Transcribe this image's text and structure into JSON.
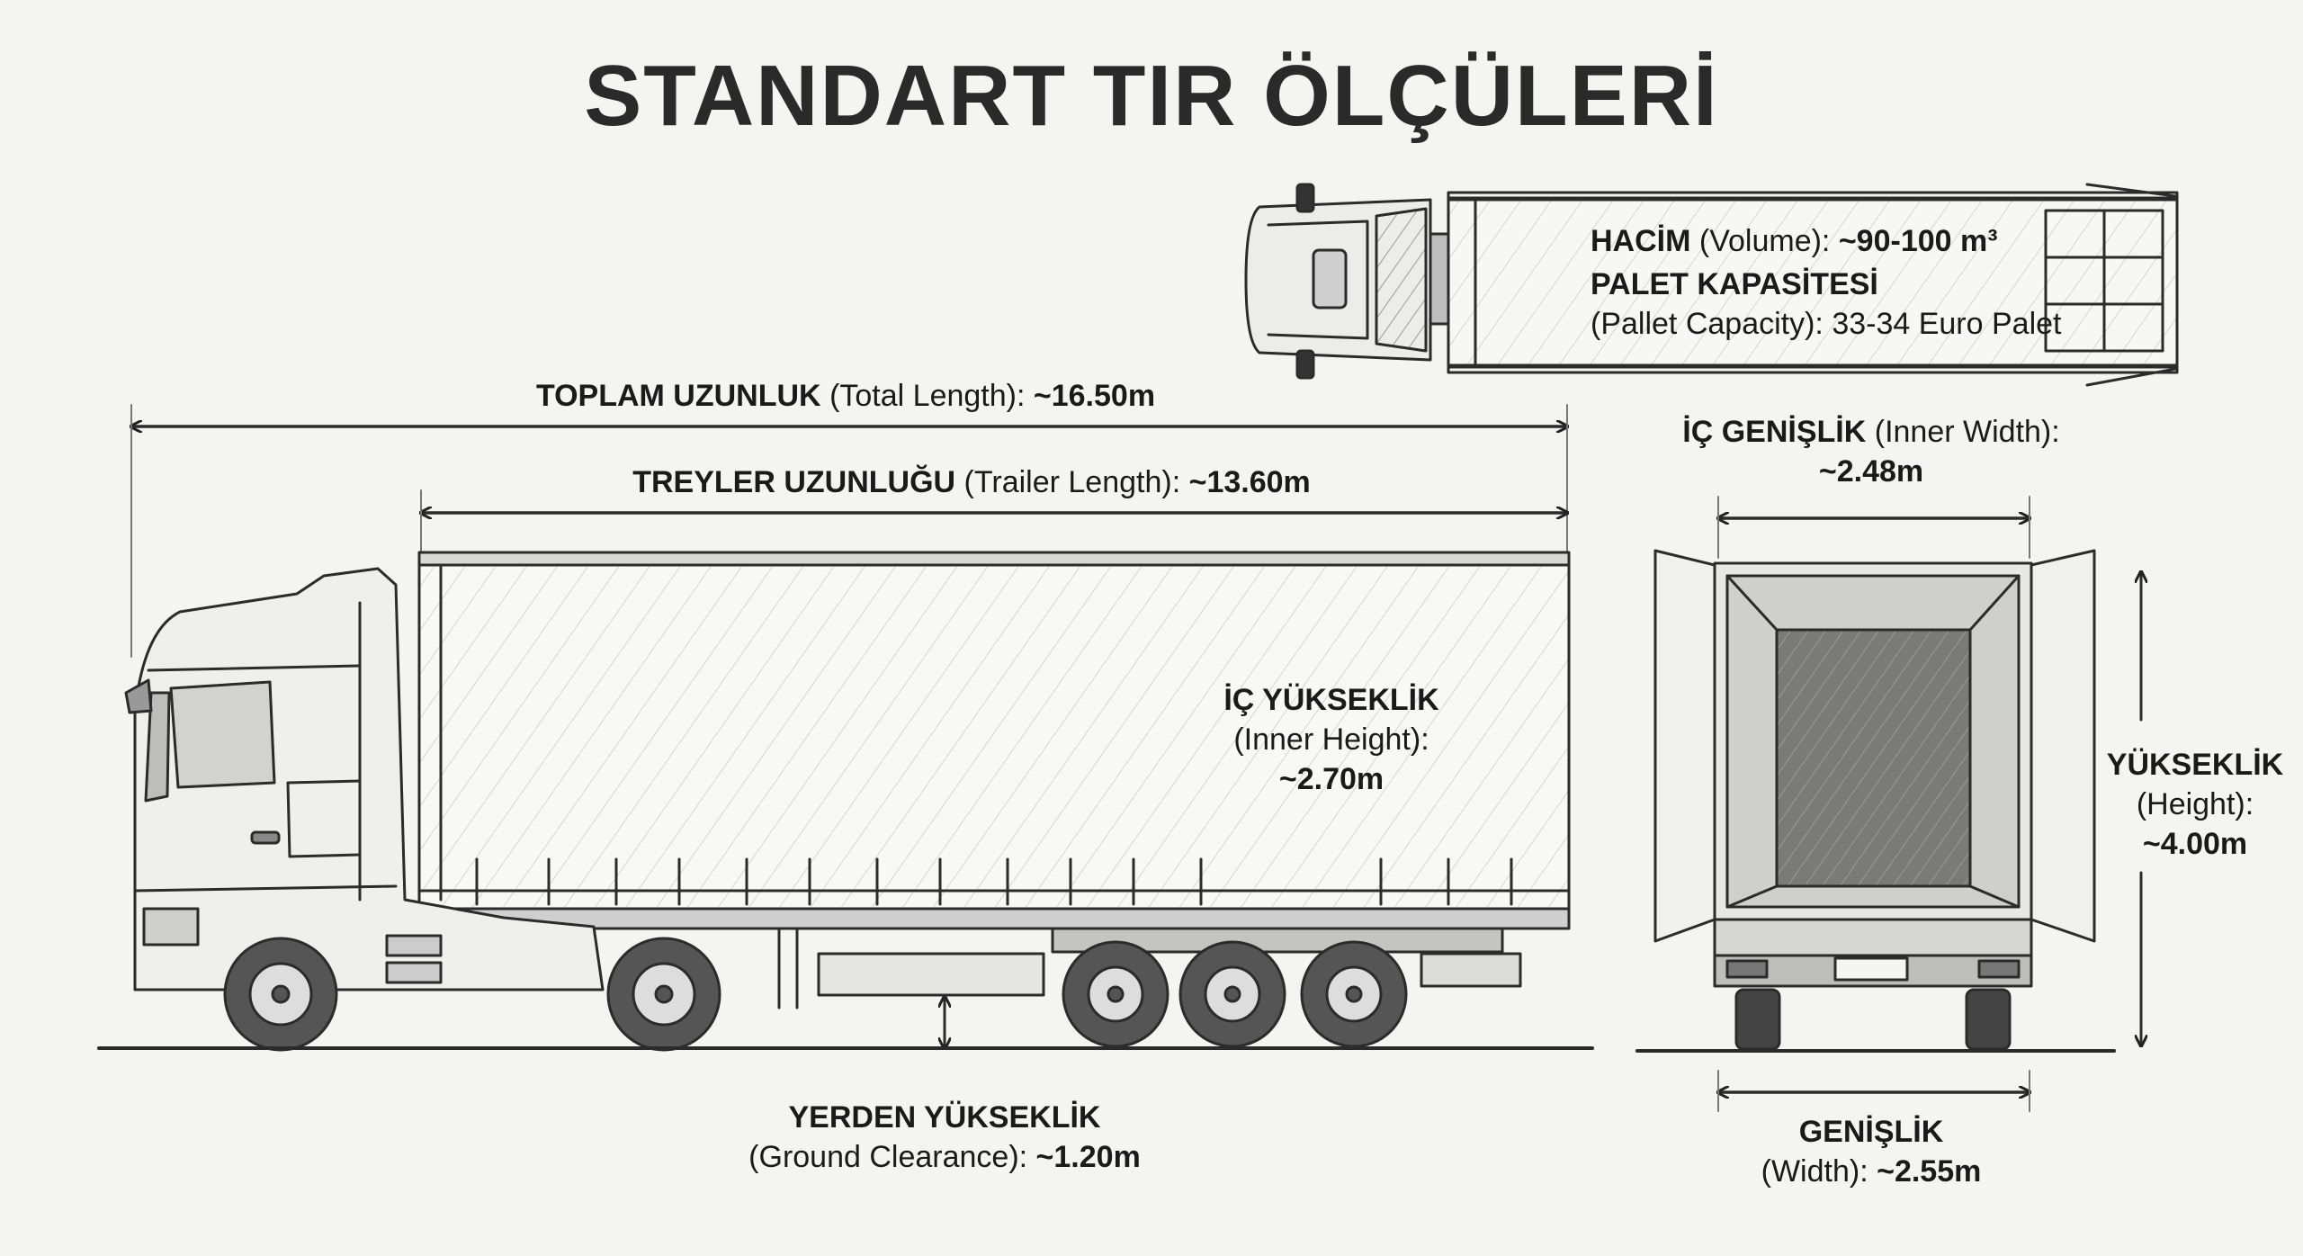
{
  "title": "STANDART TIR ÖLÇÜLERİ",
  "volume": {
    "label": "HACİM",
    "en": " (Volume): ",
    "value": "~90-100 m³"
  },
  "pallet": {
    "label": "PALET KAPASİTESİ",
    "en": "(Pallet Capacity): 33-34 Euro Palet"
  },
  "total_length": {
    "label": "TOPLAM UZUNLUK",
    "en": " (Total Length): ",
    "value": "~16.50m"
  },
  "trailer_length": {
    "label": "TREYLER UZUNLUĞU",
    "en": " (Trailer Length): ",
    "value": "~13.60m"
  },
  "inner_height": {
    "label": "İÇ YÜKSEKLİK",
    "en": "(Inner Height):",
    "value": "~2.70m"
  },
  "ground_clearance": {
    "label": "YERDEN YÜKSEKLİK",
    "en": "(Ground Clearance): ",
    "value": "~1.20m"
  },
  "inner_width": {
    "label": "İÇ GENİŞLİK",
    "en": " (Inner Width):",
    "value": "~2.48m"
  },
  "height": {
    "label": "YÜKSEKLİK",
    "en": "(Height):",
    "value": "~4.00m"
  },
  "width": {
    "label": "GENİŞLİK",
    "en": "(Width): ",
    "value": "~2.55m"
  }
}
